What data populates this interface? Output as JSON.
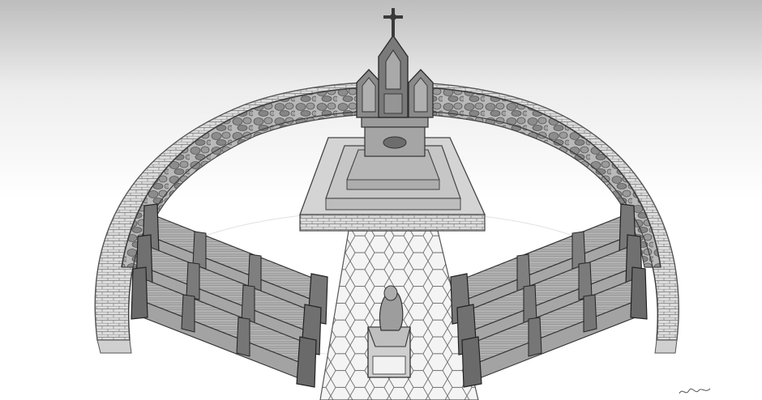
{
  "image": {
    "style": "graphite pencil sketch",
    "palette": {
      "paper": "#ffffff",
      "ink_dark": "#3a3a3a",
      "ink_mid": "#7c7c7c",
      "ink_light": "#c9c9c9",
      "shade": "#a8a8a8"
    },
    "elements": [
      {
        "name": "crucifix",
        "icon": "cross-icon"
      },
      {
        "name": "altar-triptych"
      },
      {
        "name": "altar-table"
      },
      {
        "name": "stepped-platform",
        "steps": 3
      },
      {
        "name": "semicircular-stone-wall"
      },
      {
        "name": "hexagon-tile-aisle"
      },
      {
        "name": "kneeling-statue-on-pedestal"
      },
      {
        "name": "pews-left",
        "count": 3
      },
      {
        "name": "pews-right",
        "count": 3
      }
    ]
  }
}
